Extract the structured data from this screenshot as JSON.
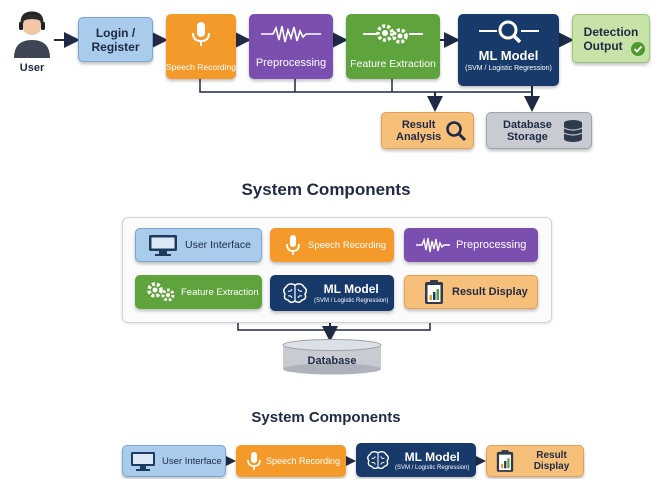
{
  "flow": {
    "user": "User",
    "login_register": [
      "Login /",
      "Register"
    ],
    "speech_recording": "Speech Recording",
    "preprocessing": "Preprocessing",
    "feature_extraction": "Feature Extraction",
    "ml_model": "ML Model",
    "ml_model_sub": "(SVM / Logistic Regression)",
    "detection_output": [
      "Detection",
      "Output"
    ],
    "result_analysis": [
      "Result",
      "Analysis"
    ],
    "database_storage": [
      "Database",
      "Storage"
    ]
  },
  "components1": {
    "title": "System Components",
    "user_interface": "User Interface",
    "speech_recording": "Speech Recording",
    "preprocessing": "Preprocessing",
    "feature_extraction": "Feature Extraction",
    "ml_model": "ML Model",
    "ml_model_sub": "(SVM / Logistic Regression)",
    "result_display": "Result Display",
    "database": "Database"
  },
  "components2": {
    "title": "System Components",
    "user_interface": "User Interface",
    "speech_recording": "Speech Recording",
    "ml_model": "ML Model",
    "ml_model_sub": "(SVM / Logistic Regression)",
    "result_display": "Result Display"
  },
  "colors": {
    "blue_light": "#a9cbec",
    "orange": "#f39a2b",
    "purple": "#7a4fb0",
    "green": "#5fa33c",
    "navy": "#173a6b",
    "peach": "#f7c07a",
    "gray": "#c8ccd2",
    "green_light": "#c8e3a8"
  }
}
